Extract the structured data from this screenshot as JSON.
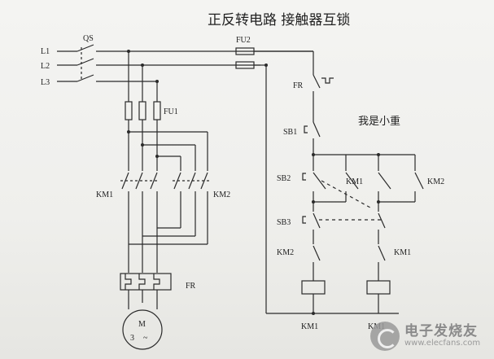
{
  "title": "正反转电路 接触器互锁",
  "note": "我是小重",
  "labels": {
    "L1": "L1",
    "L2": "L2",
    "L3": "L3",
    "QS": "QS",
    "FU1": "FU1",
    "FU2": "FU2",
    "KM1_main": "KM1",
    "KM2_main": "KM2",
    "FR_main": "FR",
    "FR_ctrl": "FR",
    "SB1": "SB1",
    "SB2": "SB2",
    "SB3": "SB3",
    "KM1_hold": "KM1",
    "KM2_hold": "KM2",
    "KM2_inter": "KM2",
    "KM1_inter": "KM1",
    "coil1": "KM1",
    "coil2": "KM1",
    "motor_M": "M",
    "motor_3": "3",
    "motor_tilde": "~"
  },
  "watermark": {
    "name": "电子发烧友",
    "url": "www.elecfans.com"
  },
  "colors": {
    "ink": "#2a2a2a",
    "paper": "#f2f2ef"
  }
}
